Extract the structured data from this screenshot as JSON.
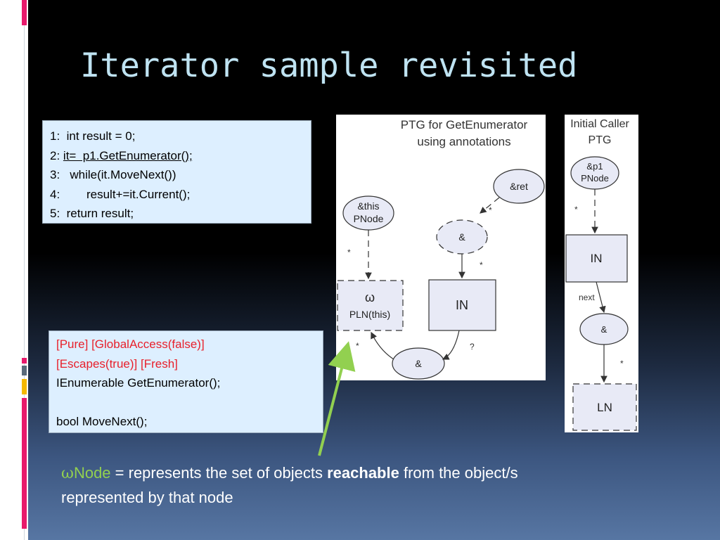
{
  "title": "Iterator sample revisited",
  "code": {
    "lines": [
      {
        "num": "1:",
        "pre": "  int result = 0;",
        "u": "",
        "post": ""
      },
      {
        "num": "2:",
        "pre": " ",
        "u": "it=  p1.GetEnumerator();",
        "post": ""
      },
      {
        "num": "3:",
        "pre": "   while(it.MoveNext())",
        "u": "",
        "post": ""
      },
      {
        "num": "4:",
        "pre": "        result+=it.Current();",
        "u": "",
        "post": ""
      },
      {
        "num": "5:",
        "pre": "  return result;",
        "u": "",
        "post": ""
      }
    ]
  },
  "annotations": {
    "red1": "[Pure] [GlobalAccess(false)]",
    "red2": "[Escapes(true)] [Fresh]",
    "sig1": "IEnumerable GetEnumerator();",
    "sig2": "bool MoveNext();"
  },
  "caption": {
    "omega": "ω",
    "node": "Node",
    "text1": " = represents the set of objects ",
    "bold": "reachable",
    "text2": " from the object/s",
    "line2": "represented by that node"
  },
  "ptg1": {
    "title1": "PTG for GetEnumerator",
    "title2": "using annotations",
    "ret": "&ret",
    "this1": "&this",
    "this2": "PNode",
    "amp_top": "&",
    "omega": "ω",
    "pln": "PLN(this)",
    "in": "IN",
    "amp_bottom": "&",
    "star1": "*",
    "star2": "*",
    "star3": "*",
    "star4": "*",
    "q": "?"
  },
  "ptg2": {
    "title1": "Initial Caller",
    "title2": "PTG",
    "p1a": "&p1",
    "p1b": "PNode",
    "in": "IN",
    "next": "next",
    "amp": "&",
    "ln": "LN",
    "star1": "*",
    "star2": "*"
  },
  "colors": {
    "accent_title": "#bfe3f2",
    "box_fill": "#ddefff",
    "red_text": "#e8202a",
    "green_arrow": "#92d050",
    "bar_pink": "#e8196b",
    "bar_yellow": "#f5b800",
    "bar_grey": "#5a6a7a"
  }
}
